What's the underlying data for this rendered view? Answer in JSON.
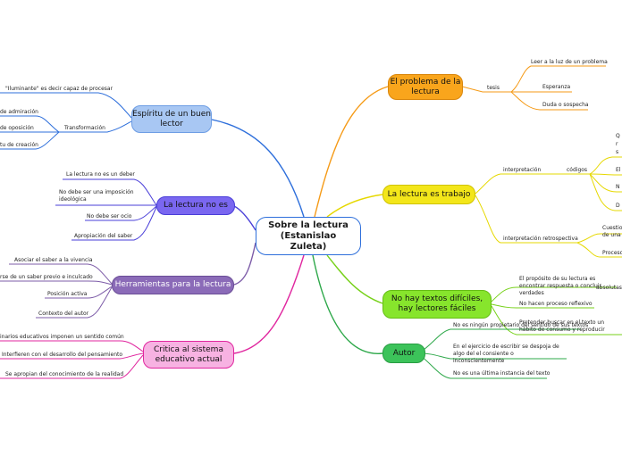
{
  "central": {
    "label": "Sobre la lectura (Estanislao Zuleta)"
  },
  "colors": {
    "problema": "#f59a16",
    "trabajo": "#e6d800",
    "textos": "#77d11a",
    "autor": "#2ea84a",
    "espiritu": "#2e6fdb",
    "noes": "#4a3fd8",
    "herramientas": "#7d5ca8",
    "critica": "#e0279f"
  },
  "branches": {
    "problema": {
      "label": "El problema de la lectura",
      "fill": "#f9a51c"
    },
    "trabajo": {
      "label": "La lectura es trabajo",
      "fill": "#f3e61a"
    },
    "textos": {
      "label": "No hay textos difíciles, hay lectores fáciles",
      "fill": "#87e52c"
    },
    "autor": {
      "label": "Autor",
      "fill": "#3cc35a"
    },
    "espiritu": {
      "label": "Espíritu de un buen lector",
      "fill": "#a8c7f3"
    },
    "noes": {
      "label": "La lectura no es",
      "fill": "#7a67f0"
    },
    "herramientas": {
      "label": "Herramientas para la lectura",
      "fill": "#8b6bb8"
    },
    "critica": {
      "label": "Critica al sistema educativo actual",
      "fill": "#f7b2e2"
    }
  },
  "leaves": {
    "tesis": "tesis",
    "leer_luz": "Leer a la luz de un problema",
    "esperanza": "Esperanza",
    "duda": "Duda o sospecha",
    "interpretacion": "interpretación",
    "codigos": "códigos",
    "cod_q": "Q",
    "cod_r": "r",
    "cod_s": "s",
    "cod_e": "El",
    "cod_n": "N",
    "cod_d": "D",
    "interp_retro": "interpretación retrospectiva",
    "cuestion": "Cuestio",
    "de_una": "de una c",
    "proceso": "Proceso",
    "proposito": "El propósito de su lectura es encontrar respuesta o concluir verdades",
    "absolutas": "absolutas",
    "no_reflexivo": "No hacen proceso reflexivo",
    "pretender": "Pretender buscar en el texto un hábito de consumo y reproducir ideologías dominantes",
    "no_propietario": "No es ningún propietario del sentido de sus textos",
    "ejercicio": "En el ejercicio de escribir se despoja de algo del el consiente o inconscientemente",
    "ultima": "No es una última instancia del texto",
    "iluminante": "\"Iluminante\" es decir capaz de procesar",
    "transformacion": "Transformación",
    "admiracion": "de admiración",
    "oposicion": "de oposición",
    "creacion": "tu de creación",
    "no_deber": "La lectura no es un deber",
    "imposicion": "No debe ser una imposición ideológica",
    "ocio": "No debe ser ocio",
    "apropiacion": "Apropiación del saber",
    "asociar": "Asociar el saber a la vivencia",
    "saber_previo": "rse de un saber previo e inculcado",
    "posicion": "Posición activa",
    "contexto": "Contexto del autor",
    "imponen": "inarios educativos imponen un sentido común",
    "interfieren": "Interfieren con el desarrollo del pensamiento",
    "apropian": "Se apropian del conocimiento de la realidad"
  }
}
